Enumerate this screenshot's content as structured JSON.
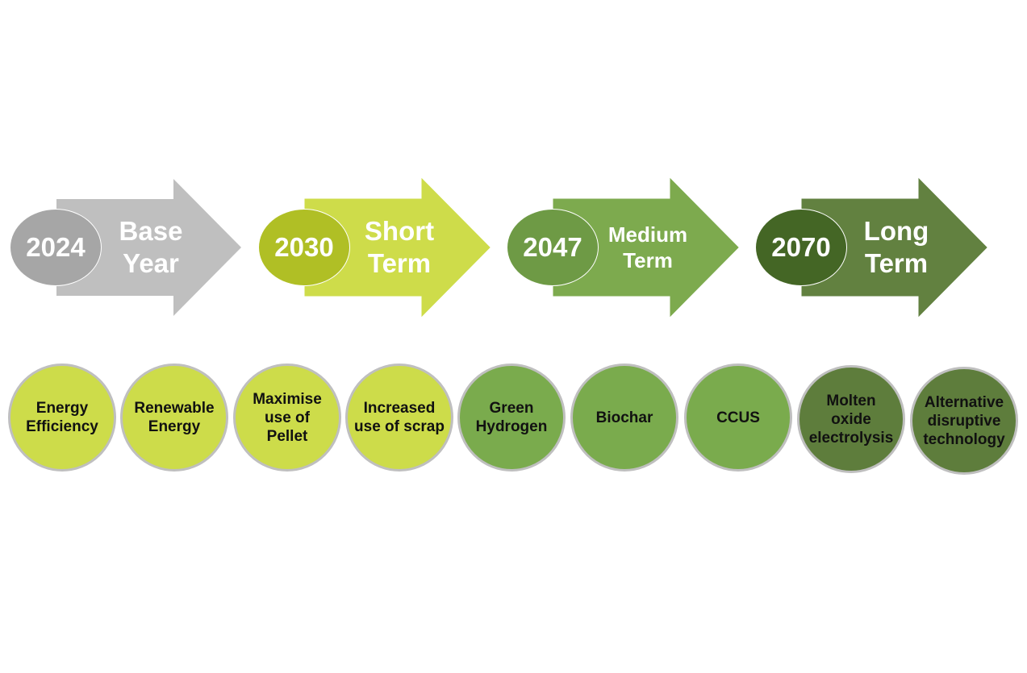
{
  "stages": [
    {
      "year": "2024",
      "label_lines": [
        "Base",
        "Year"
      ],
      "oval_color": "#a6a6a6",
      "arrow_color": "#bfbfbf",
      "label_size": "big"
    },
    {
      "year": "2030",
      "label_lines": [
        "Short",
        "Term"
      ],
      "oval_color": "#b0bf25",
      "arrow_color": "#cedc4a",
      "label_size": "big"
    },
    {
      "year": "2047",
      "label_lines": [
        "Medium",
        "Term"
      ],
      "oval_color": "#6e9a45",
      "arrow_color": "#7daa4e",
      "label_size": "small"
    },
    {
      "year": "2070",
      "label_lines": [
        "Long",
        "Term"
      ],
      "oval_color": "#446625",
      "arrow_color": "#628140",
      "label_size": "big"
    }
  ],
  "technologies": [
    {
      "lines": [
        "Energy",
        "Efficiency"
      ],
      "color": "#cddc4a"
    },
    {
      "lines": [
        "Renewable",
        "Energy"
      ],
      "color": "#cddc4a"
    },
    {
      "lines": [
        "Maximise",
        "use of",
        "Pellet"
      ],
      "color": "#cddc4a"
    },
    {
      "lines": [
        "Increased",
        "use of scrap"
      ],
      "color": "#cddc4a"
    },
    {
      "lines": [
        "Green",
        "Hydrogen"
      ],
      "color": "#7aab4d"
    },
    {
      "lines": [
        "Biochar"
      ],
      "color": "#7aab4d"
    },
    {
      "lines": [
        "CCUS"
      ],
      "color": "#7aab4d"
    },
    {
      "lines": [
        "Molten",
        "oxide",
        "electrolysis"
      ],
      "color": "#5e7d3c"
    },
    {
      "lines": [
        "Alternative",
        "disruptive",
        "technology"
      ],
      "color": "#5e7d3c"
    }
  ]
}
